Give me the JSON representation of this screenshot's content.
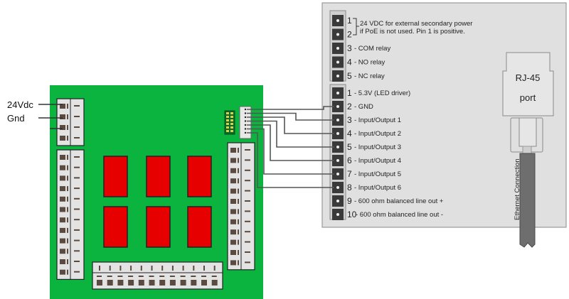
{
  "left_board": {
    "power_labels": [
      "24Vdc",
      "Gnd"
    ],
    "relay_count": 6,
    "colors": {
      "board": "#0bb43f",
      "relay": "#e60000",
      "terminal": "#e3e3e3",
      "pin": "#5a4a40"
    }
  },
  "device": {
    "top_connector": {
      "pins": [
        {
          "num": "1",
          "desc": ""
        },
        {
          "num": "2",
          "desc": ""
        },
        {
          "num": "3",
          "desc": "- COM relay"
        },
        {
          "num": "4",
          "desc": "- NO relay"
        },
        {
          "num": "5",
          "desc": "- NC relay"
        }
      ],
      "bracket_note_line1": "24 VDC for external secondary power",
      "bracket_note_line2": "if PoE is not used. Pin 1 is positive."
    },
    "bottom_connector": {
      "pins": [
        {
          "num": "1",
          "desc": "- 5.3V (LED driver)"
        },
        {
          "num": "2",
          "desc": "- GND"
        },
        {
          "num": "3",
          "desc": "- Input/Output 1"
        },
        {
          "num": "4",
          "desc": "- Input/Output 2"
        },
        {
          "num": "5",
          "desc": "- Input/Output 3"
        },
        {
          "num": "6",
          "desc": "- Input/Output 4"
        },
        {
          "num": "7",
          "desc": "- Input/Output 5"
        },
        {
          "num": "8",
          "desc": "- Input/Output 6"
        },
        {
          "num": "9",
          "desc": "- 600 ohm balanced line out +"
        },
        {
          "num": "10",
          "desc": "- 600 ohm balanced line out -"
        }
      ]
    },
    "rj45": {
      "line1": "RJ-45",
      "line2": "port"
    },
    "cable_label": "Ethernet Connection",
    "colors": {
      "panel": "#e0e0e0",
      "connector": "#3a3a3a",
      "cable": "#6e6e6e"
    }
  },
  "wiring": {
    "connected_pins": [
      "2",
      "3",
      "4",
      "5",
      "6",
      "7",
      "8"
    ],
    "color": "#555555"
  }
}
